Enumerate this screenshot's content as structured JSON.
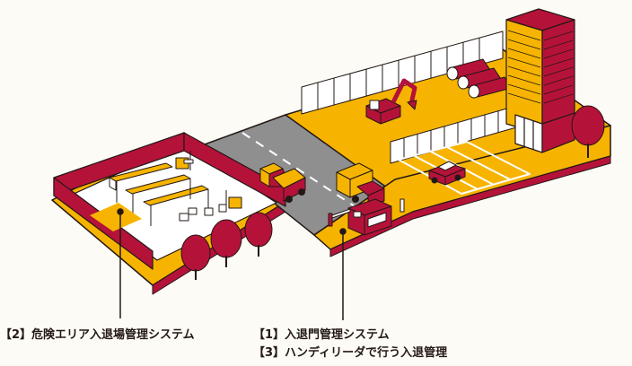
{
  "colors": {
    "yellow": "#f6b400",
    "crimson": "#b5123a",
    "road": "#8f8f8f",
    "outline": "#231815",
    "background": "#fdfbf5"
  },
  "icons": [
    "warehouse",
    "forklift",
    "truck",
    "gate-booth",
    "barrier",
    "excavator",
    "pipes",
    "office-building",
    "car",
    "tree",
    "fence"
  ],
  "labels": {
    "hazard_area": "【2】危険エリア入退場管理システム",
    "gate_management": "【1】入退門管理システム",
    "handy_reader": "【3】ハンディリーダで行う入退管理"
  }
}
